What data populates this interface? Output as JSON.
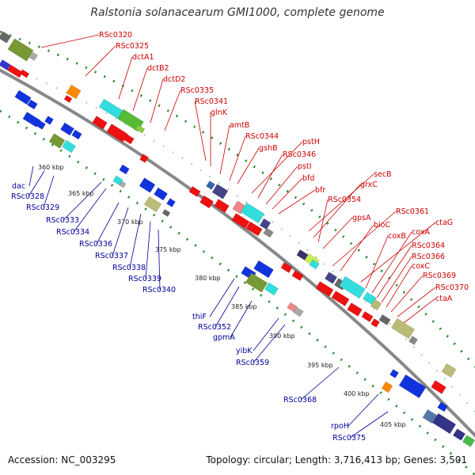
{
  "title": "Ralstonia solanacearum GMI1000, complete genome",
  "footer": {
    "accession": "Accession: NC_003295",
    "summary": "Topology: circular; Length: 3,716,413 bp; Genes: 3,501"
  },
  "colors": {
    "forward_gene": "#ee1111",
    "reverse_gene": "#1133dd",
    "backbone": "#888888",
    "tick": "#228822"
  },
  "scale": [
    {
      "label": "360 kbp"
    },
    {
      "label": "365 kbp"
    },
    {
      "label": "370 kbp"
    },
    {
      "label": "375 kbp"
    },
    {
      "label": "380 kbp"
    },
    {
      "label": "385 kbp"
    },
    {
      "label": "390 kbp"
    },
    {
      "label": "395 kbp"
    },
    {
      "label": "400 kbp"
    },
    {
      "label": "405 kbp"
    }
  ],
  "forward_labels": [
    "RSc0320",
    "RSc0325",
    "dctA1",
    "dctB2",
    "dctD2",
    "RSc0335",
    "RSc0341",
    "glnK",
    "amtB",
    "RSc0344",
    "gshB",
    "pstH",
    "RSc0346",
    "pstI",
    "bfd",
    "bfr",
    "secB",
    "grxC",
    "RSc0354",
    "gpsA",
    "RSc0361",
    "bioC",
    "ctaG",
    "coxB",
    "coxA",
    "RSc0364",
    "RSc0366",
    "coxC",
    "RSc0369",
    "RSc0370",
    "ctaA"
  ],
  "reverse_labels": [
    "dac",
    "RSc0328",
    "RSc0329",
    "RSc0333",
    "RSc0334",
    "RSc0336",
    "RSc0337",
    "RSc0338",
    "RSc0339",
    "RSc0340",
    "thiF",
    "RSc0352",
    "gpmA",
    "yibK",
    "RSc0359",
    "RSc0368",
    "rpoH",
    "RSc0375"
  ]
}
